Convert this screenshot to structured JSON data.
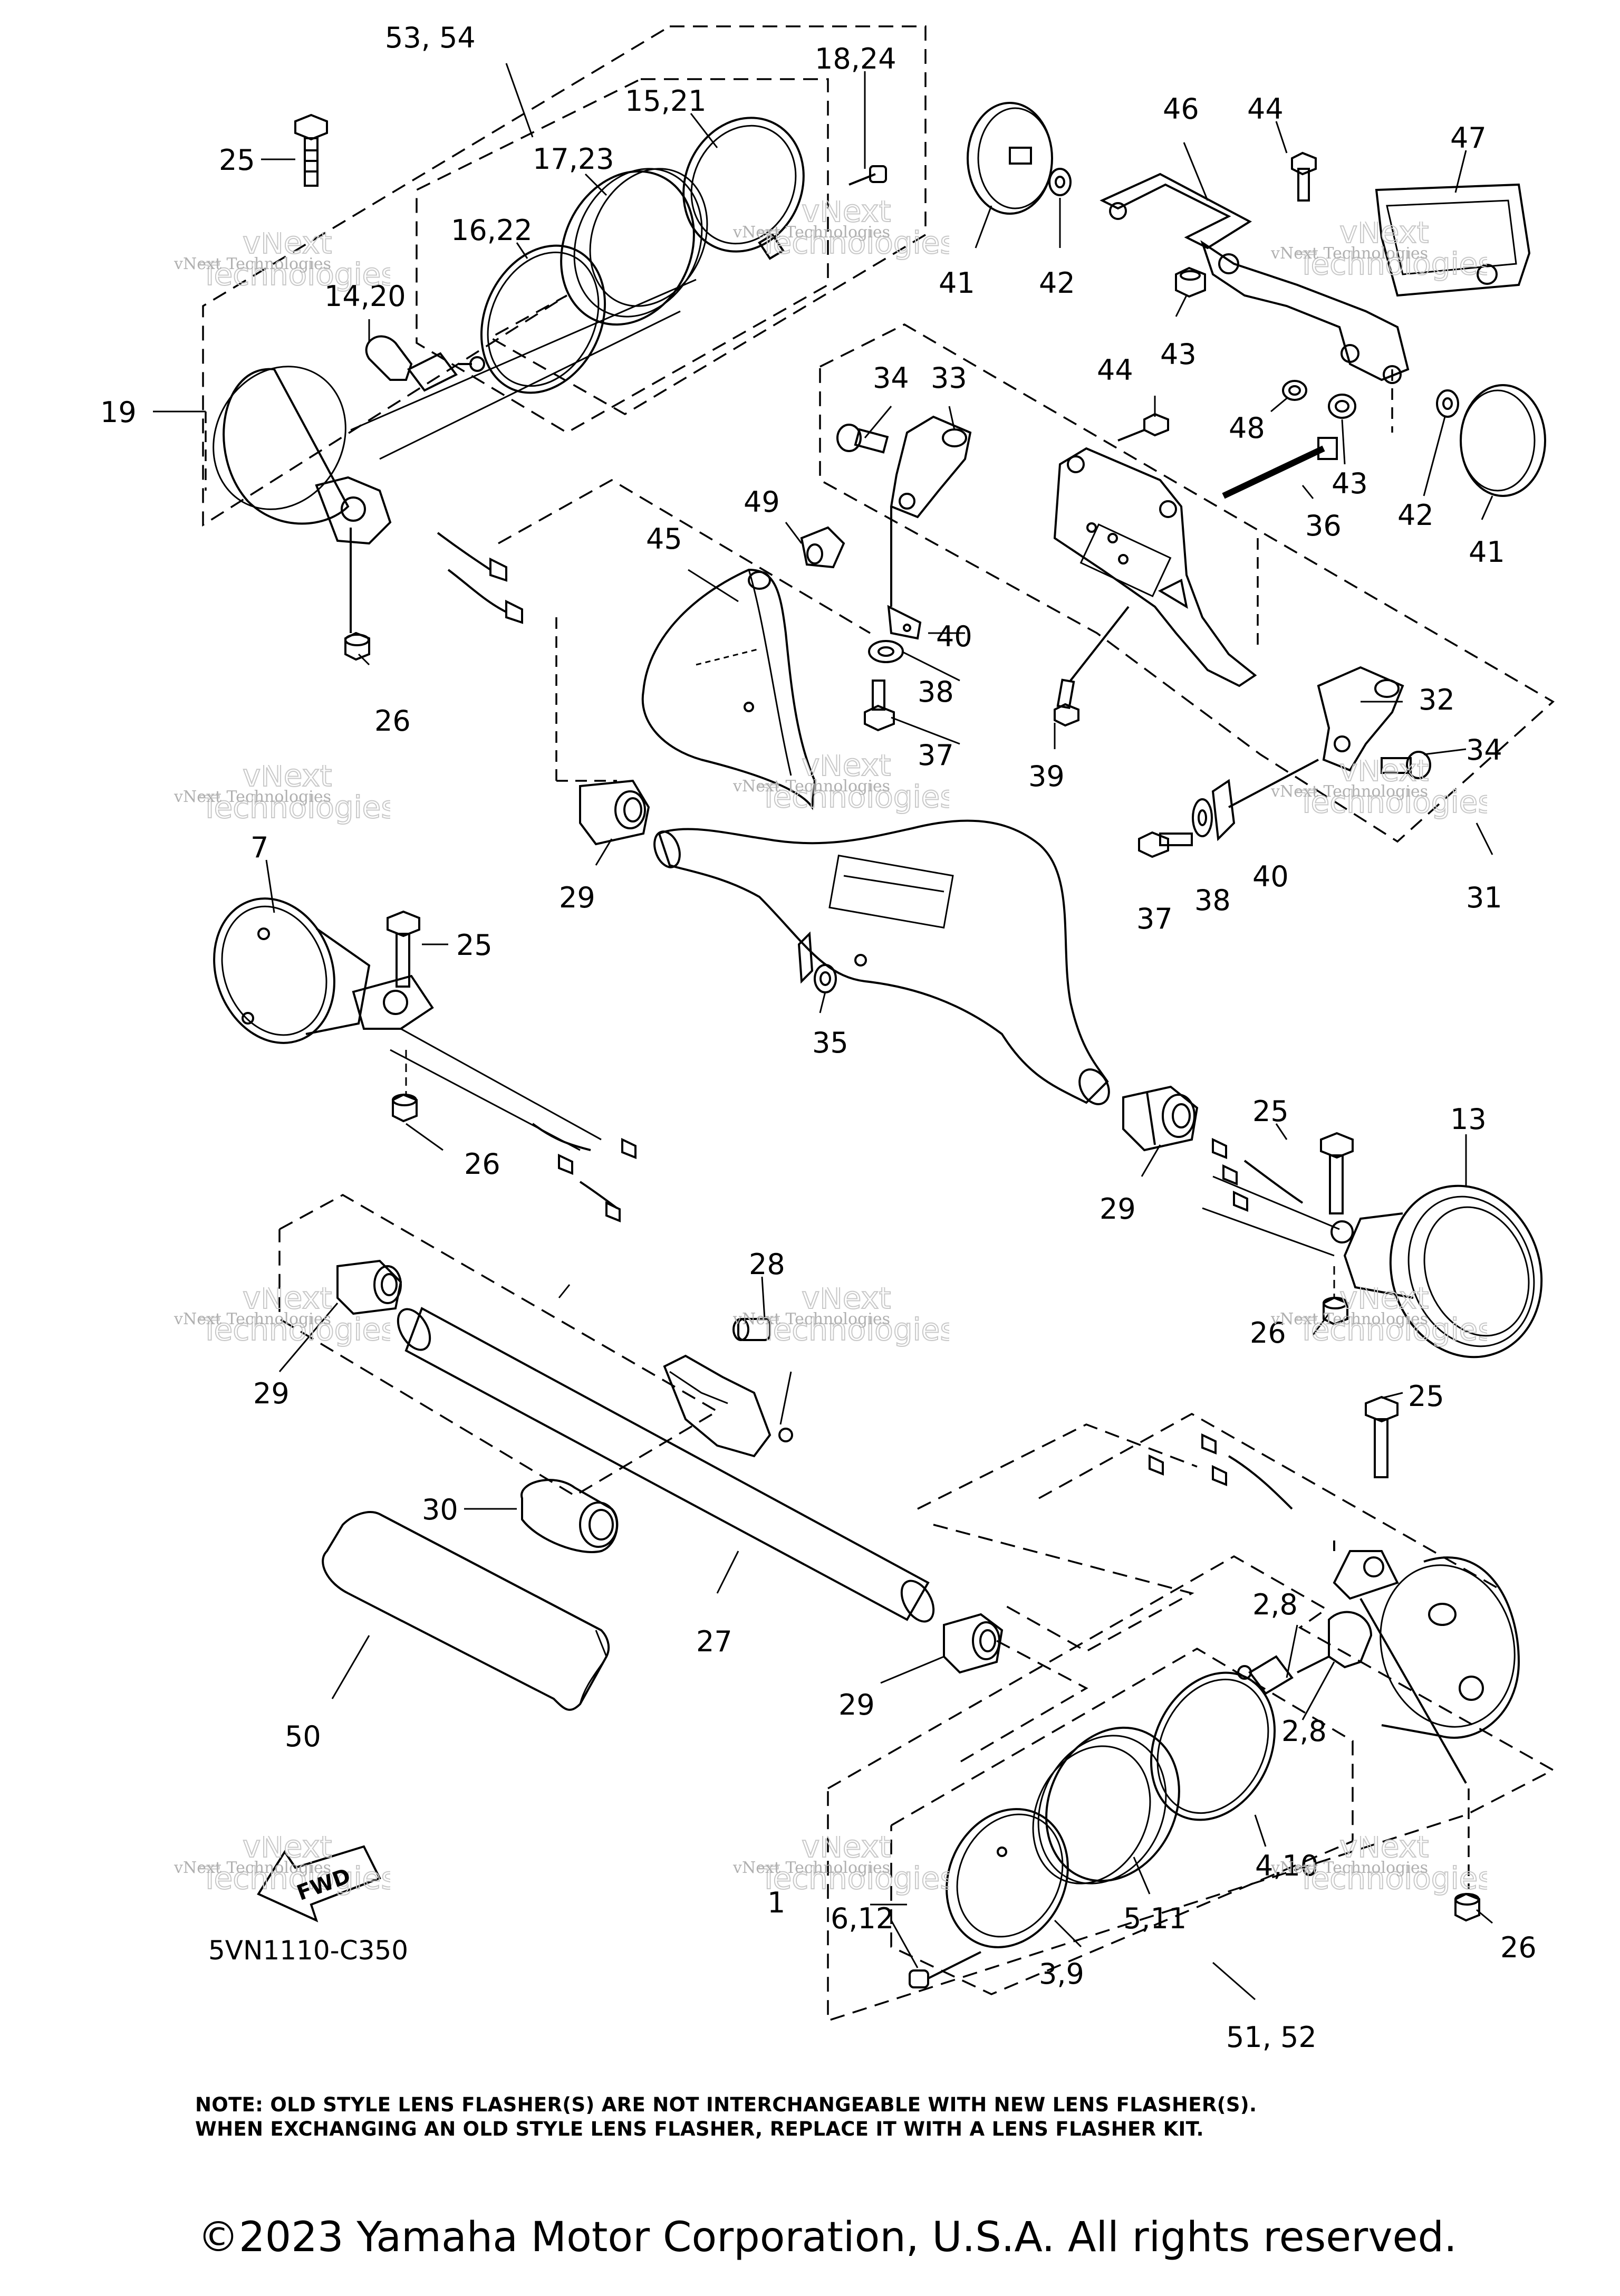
{
  "diagram": {
    "labels": [
      "53, 54",
      "18,24",
      "15,21",
      "17,23",
      "25",
      "16,22",
      "14,20",
      "19",
      "26",
      "41",
      "42",
      "46",
      "44",
      "43",
      "47",
      "48",
      "36",
      "34",
      "33",
      "49",
      "45",
      "40",
      "38",
      "37",
      "39",
      "32",
      "31",
      "29",
      "7",
      "35",
      "13",
      "28",
      "27",
      "30",
      "50",
      "2,8",
      "4,10",
      "1",
      "6,12",
      "3,9",
      "5,11",
      "51, 52"
    ],
    "watermark": "vNext Technologies",
    "part_code": "5VN1110-C350",
    "fwd_badge": "FWD",
    "note_lines": [
      "NOTE: OLD STYLE LENS FLASHER(S) ARE NOT INTERCHANGEABLE WITH NEW LENS FLASHER(S).",
      "WHEN EXCHANGING AN OLD  STYLE  LENS FLASHER, REPLACE IT WITH A LENS FLASHER KIT."
    ],
    "copyright": "©2023 Yamaha Motor Corporation, U.S.A. All rights reserved."
  }
}
